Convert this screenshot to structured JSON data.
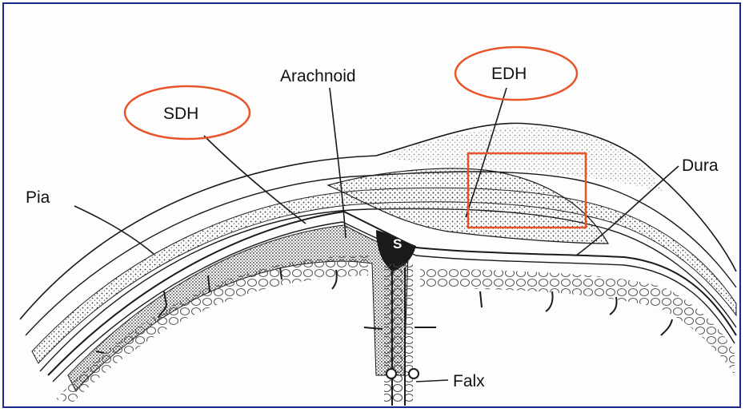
{
  "diagram": {
    "labels": {
      "pia": "Pia",
      "sdh": "SDH",
      "arachnoid": "Arachnoid",
      "edh": "EDH",
      "dura": "Dura",
      "s": "S",
      "falx": "Falx"
    },
    "highlighted": [
      "SDH",
      "EDH"
    ]
  },
  "colors": {
    "frame": "#1a2a8c",
    "highlight": "#e8552a",
    "ink": "#1a1a1a"
  }
}
